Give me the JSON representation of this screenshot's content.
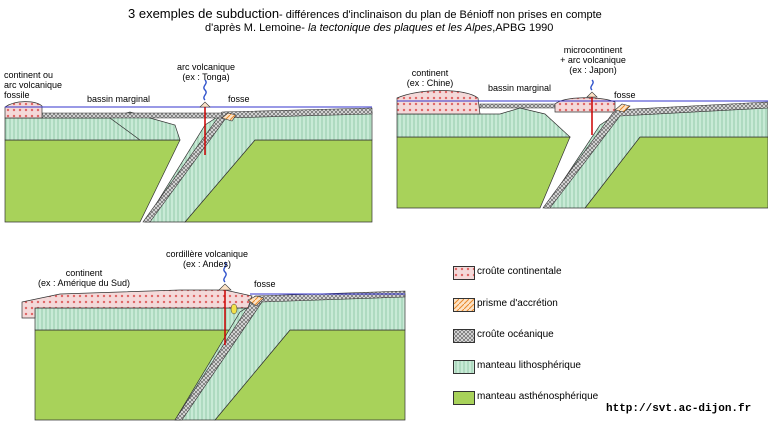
{
  "title": {
    "main": "3 exemples de subduction",
    "rest": "- différences d'inclinaison du plan de Bénioff non prises en compte",
    "credit_prefix": "d'après M. Lemoine- ",
    "credit_italic": "la tectonique des plaques et les Alpes",
    "credit_suffix": ",APBG 1990"
  },
  "diagram1": {
    "continent": [
      "continent ou",
      "arc volcanique",
      "fossile"
    ],
    "bassin": "bassin marginal",
    "arc": [
      "arc volcanique",
      "(ex : Tonga)"
    ],
    "fosse": "fosse"
  },
  "diagram2": {
    "continent": [
      "continent",
      "(ex : Chine)"
    ],
    "bassin": "bassin marginal",
    "micro": [
      "microcontinent",
      "+ arc volcanique",
      "(ex : Japon)"
    ],
    "fosse": "fosse"
  },
  "diagram3": {
    "continent": [
      "continent",
      "(ex : Amérique du Sud)"
    ],
    "cordillere": [
      "cordillère volcanique",
      "(ex : Andes)"
    ],
    "fosse": "fosse"
  },
  "legend": [
    {
      "label": "croûte continentale",
      "pattern": "continental"
    },
    {
      "label": "prisme d'accrétion",
      "pattern": "prism"
    },
    {
      "label": "croûte océanique",
      "pattern": "oceanic"
    },
    {
      "label": "manteau lithosphérique",
      "pattern": "litho"
    },
    {
      "label": "manteau asthénosphérique",
      "pattern": "astheno"
    }
  ],
  "url": "http://svt.ac-dijon.fr",
  "colors": {
    "continental": "#f4d9d9",
    "continental_dots": "#d94040",
    "prism": "#f7c79a",
    "oceanic": "#bfbfbf",
    "litho": "#c8ead6",
    "astheno": "#a8d25a",
    "water": "#3333cc",
    "volcano": "#cc0000"
  }
}
